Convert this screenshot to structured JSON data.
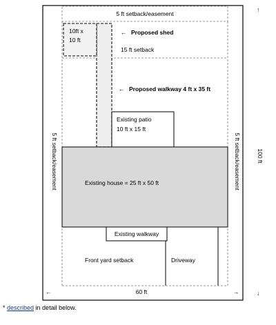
{
  "diagram": {
    "labels": {
      "top_setback": "5 ft setback/easement",
      "shed_size_line1": "10ft x",
      "shed_size_line2": "10 ft",
      "proposed_shed": "Proposed shed",
      "rear_setback": "15 ft setback",
      "proposed_walkway": "Proposed walkway 4 ft x 35 ft",
      "patio_line1": "Existing patio",
      "patio_line2": "10 ft x 15 ft",
      "left_setback": "5 ft setback/easement",
      "right_setback": "5 ft setback/easement",
      "depth": "100 ft",
      "house": "Existing house = 25 ft x 50 ft",
      "existing_walkway": "Existing walkway",
      "front_setback": "Front yard setback",
      "driveway": "Driveway",
      "width": "60 ft"
    },
    "colors": {
      "border": "#000000",
      "dashed": "#555555",
      "house_fill": "#d9d9d9",
      "shed_fill": "#f2f2f2",
      "walkway_fill": "#eeeeee"
    }
  },
  "footnote": {
    "prefix": "* ",
    "link": "described",
    "suffix": " in detail below."
  }
}
